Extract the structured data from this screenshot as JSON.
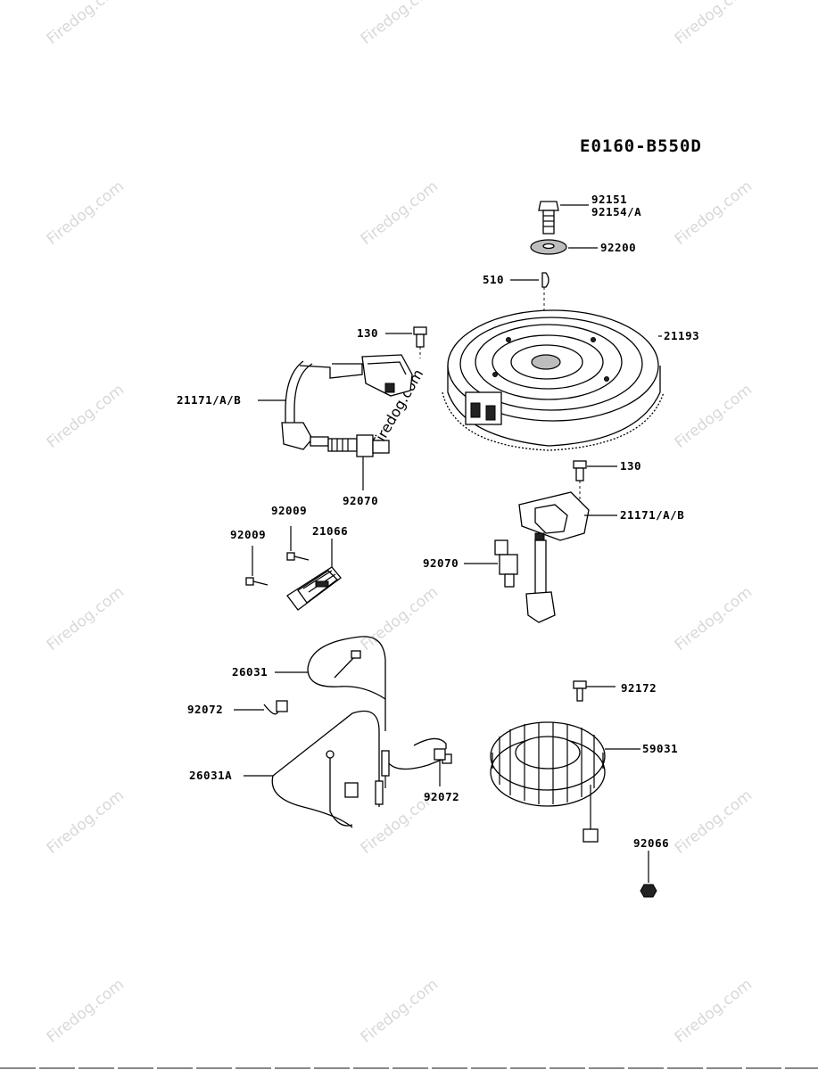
{
  "diagram_code": "E0160-B550D",
  "watermark": "Firedog.com",
  "callouts": {
    "c92151": "92151",
    "c92154A": "92154/A",
    "c92200": "92200",
    "c510": "510",
    "c130_top": "130",
    "c21193": "21193",
    "c21171_left": "21171/A/B",
    "c92070_left": "92070",
    "c130_right": "130",
    "c21171_right": "21171/A/B",
    "c92009_top": "92009",
    "c21066": "21066",
    "c92009_left": "92009",
    "c92070_right": "92070",
    "c26031": "26031",
    "c92072_left": "92072",
    "c26031A": "26031A",
    "c92072_bottom": "92072",
    "c92172": "92172",
    "c59031": "59031",
    "c92066": "92066"
  }
}
